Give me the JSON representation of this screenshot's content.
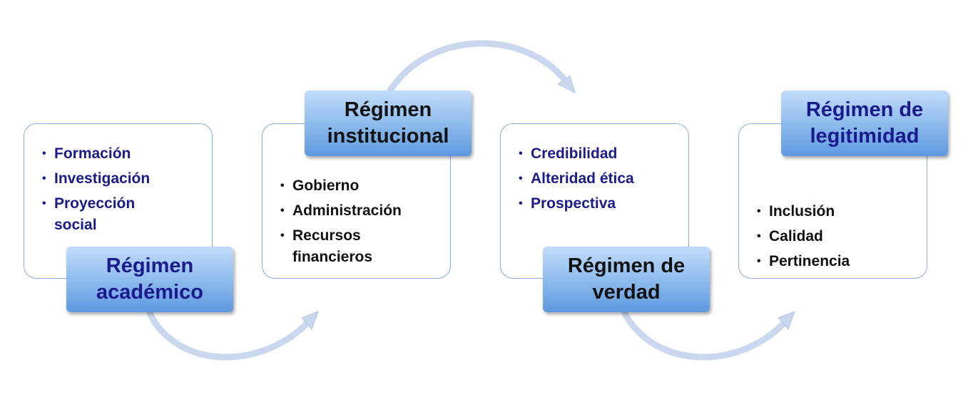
{
  "stages": [
    {
      "title": "Régimen académico",
      "items": [
        "Formación",
        "Investigación",
        "Proyección social"
      ]
    },
    {
      "title": "Régimen institucional",
      "items": [
        "Gobierno",
        "Administración",
        "Recursos financieros"
      ]
    },
    {
      "title": "Régimen de verdad",
      "items": [
        "Credibilidad",
        "Alteridad ética",
        "Prospectiva"
      ]
    },
    {
      "title": "Régimen de legitimidad",
      "items": [
        "Inclusión",
        "Calidad",
        "Pertinencia"
      ]
    }
  ],
  "colors": {
    "title_gradient_top": "#c2dcfa",
    "title_gradient_bottom": "#5f98e0",
    "card_border": "#8aaedc",
    "arrow": "#c9d8ee",
    "text_blue": "#1a1a8c",
    "text_dark": "#111111"
  }
}
